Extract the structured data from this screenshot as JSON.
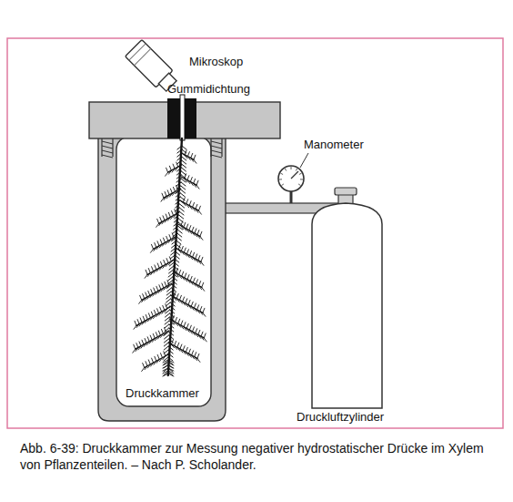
{
  "diagram": {
    "caption": "Abb. 6-39: Druckkammer zur Messung negativer hydrostatischer Drücke im Xylem von Pflanzenteilen. – Nach P. Scholander.",
    "labels": [
      "Mikroskop",
      "Gummidichtung",
      "Manometer",
      "Druckkammer",
      "Druckluftzylinder"
    ]
  }
}
